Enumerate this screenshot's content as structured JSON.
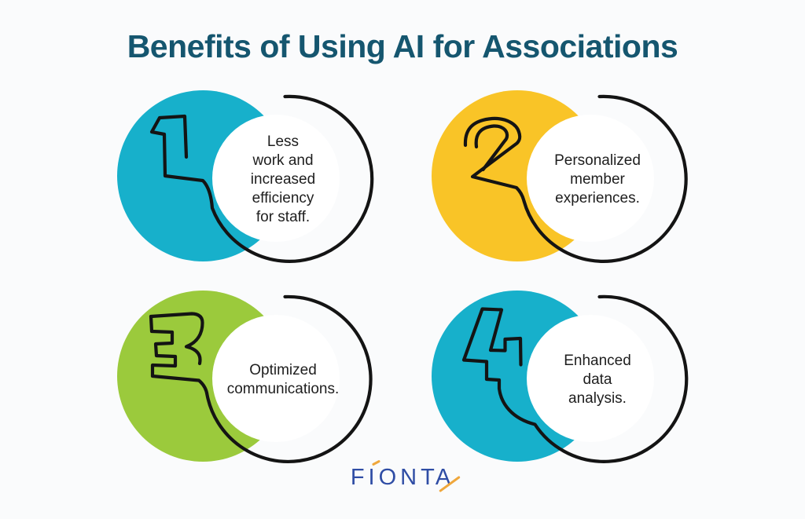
{
  "page": {
    "title": "Benefits of Using AI for Associations",
    "title_color": "#15566F",
    "background_color": "#fafbfc",
    "line_art_color": "#141414",
    "body_text_color": "#1e1e1e"
  },
  "panels": [
    {
      "number": "1",
      "label": "Less\nwork and\nincreased\nefficiency\nfor staff.",
      "circle_color": "#17B0CB"
    },
    {
      "number": "2",
      "label": "Personalized\nmember\nexperiences.",
      "circle_color": "#F9C427"
    },
    {
      "number": "3",
      "label": "Optimized\ncommunications.",
      "circle_color": "#9BCA3C"
    },
    {
      "number": "4",
      "label": "Enhanced\ndata\nanalysis.",
      "circle_color": "#17B0CB"
    }
  ],
  "logo": {
    "name": "FIONTA",
    "letters": [
      "F",
      "I",
      "O",
      "N",
      "T",
      "A"
    ],
    "text_color": "#2F4DA5",
    "accent_color": "#EFA73C"
  }
}
